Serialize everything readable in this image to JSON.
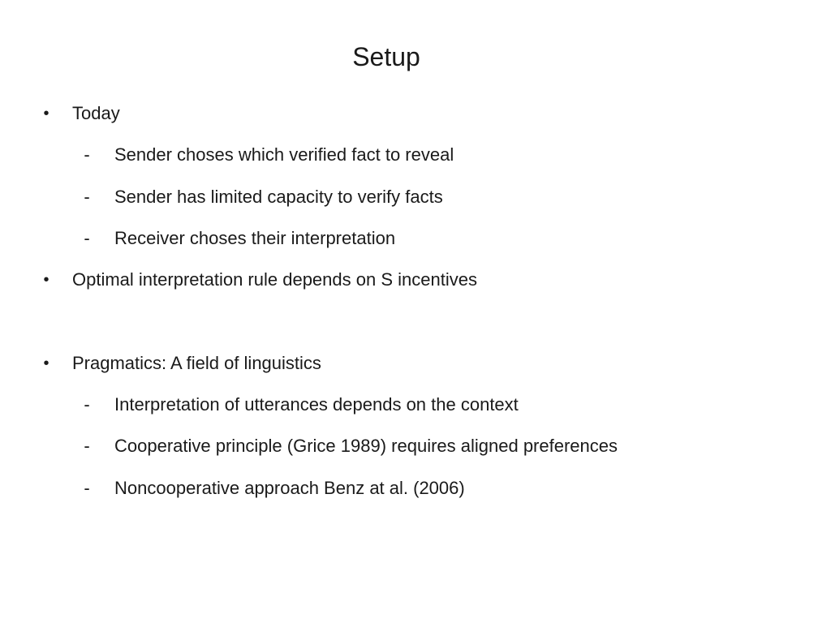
{
  "slide": {
    "title": "Setup",
    "items": [
      {
        "level": 1,
        "marker": "•",
        "text": "Today"
      },
      {
        "level": 2,
        "marker": "-",
        "text": "Sender choses which verified fact to reveal"
      },
      {
        "level": 2,
        "marker": "-",
        "text": "Sender has limited capacity to verify facts"
      },
      {
        "level": 2,
        "marker": "-",
        "text": "Receiver choses their interpretation"
      },
      {
        "level": 1,
        "marker": "•",
        "text": "Optimal interpretation rule depends on S incentives"
      },
      {
        "level": 1,
        "marker": "•",
        "text": "Pragmatics: A field of linguistics"
      },
      {
        "level": 2,
        "marker": "-",
        "text": "Interpretation of utterances depends on the context"
      },
      {
        "level": 2,
        "marker": "-",
        "text": "Cooperative principle (Grice 1989) requires aligned preferences"
      },
      {
        "level": 2,
        "marker": "-",
        "text": "Noncooperative approach Benz at al. (2006)"
      }
    ]
  }
}
